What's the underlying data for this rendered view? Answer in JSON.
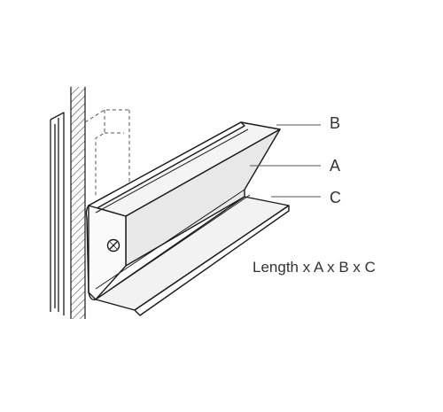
{
  "labels": {
    "b": "B",
    "a": "A",
    "c": "C"
  },
  "formula": "Length x A x B x C",
  "colors": {
    "outline": "#1a1a1a",
    "profile_fill": "#f2f2f2",
    "profile_face": "#e6e6e6",
    "leader": "#555555",
    "text": "#333333",
    "hatch": "#444444"
  }
}
